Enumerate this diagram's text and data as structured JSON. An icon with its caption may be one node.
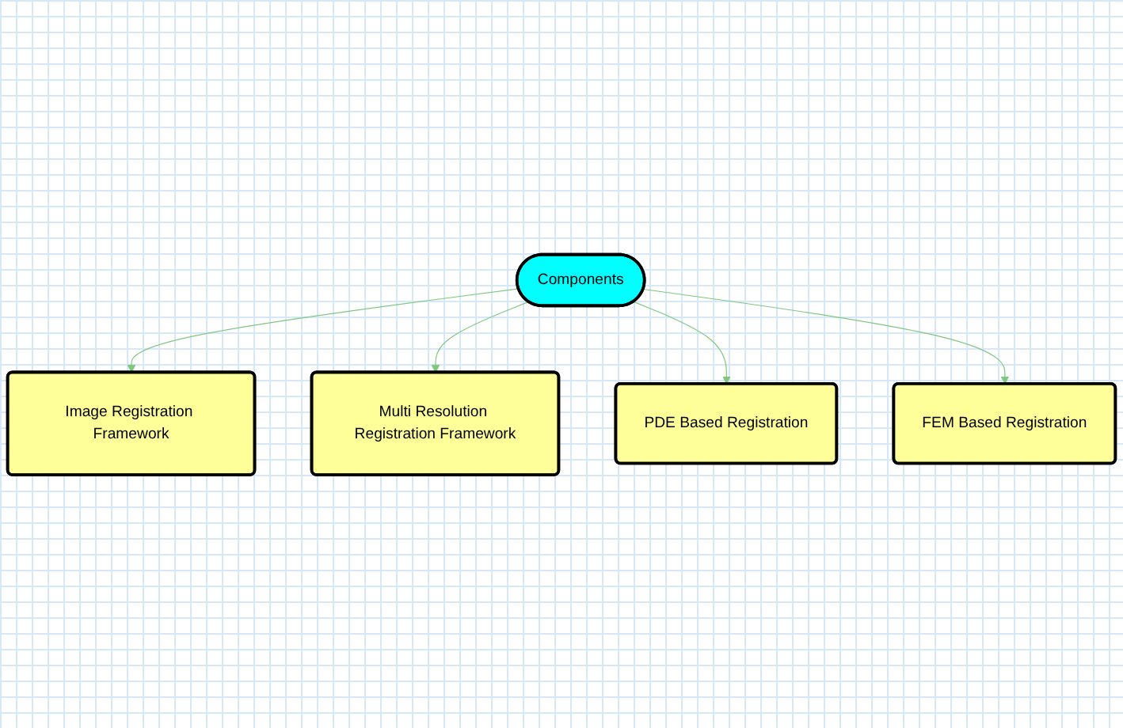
{
  "diagram": {
    "nodes": [
      {
        "text": [
          "Image Registration Framework"
        ]
      },
      {
        "text": [
          "Multi Resolution Registration Framework"
        ]
      },
      {
        "text": [
          "Components"
        ]
      },
      {
        "text": [
          "PDE Based Registration"
        ]
      },
      {
        "text": [
          "FEM Based Registration"
        ]
      }
    ],
    "edges": [
      {
        "from": 2,
        "to": 0,
        "arrow": "to"
      },
      {
        "from": 2,
        "to": 1,
        "arrow": "to"
      },
      {
        "from": 2,
        "to": 3,
        "arrow": "to"
      },
      {
        "from": 2,
        "to": 4,
        "arrow": "to"
      }
    ]
  }
}
